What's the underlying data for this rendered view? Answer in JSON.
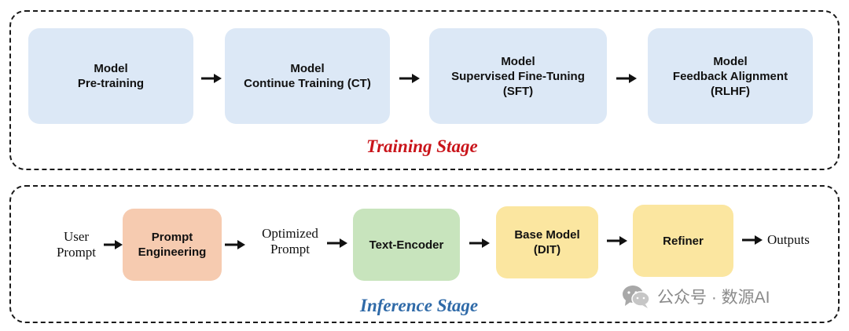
{
  "training": {
    "stage_label": "Training Stage",
    "boxes": [
      {
        "lines": [
          "Model",
          "Pre-training"
        ]
      },
      {
        "lines": [
          "Model",
          "Continue Training (CT)"
        ]
      },
      {
        "lines": [
          "Model",
          "Supervised Fine-Tuning",
          "(SFT)"
        ]
      },
      {
        "lines": [
          "Model",
          "Feedback Alignment",
          "(RLHF)"
        ]
      }
    ]
  },
  "inference": {
    "stage_label": "Inference Stage",
    "user_prompt": [
      "User",
      "Prompt"
    ],
    "prompt_engineering": [
      "Prompt",
      "Engineering"
    ],
    "optimized_prompt": [
      "Optimized",
      "Prompt"
    ],
    "text_encoder": [
      "Text-Encoder"
    ],
    "base_model": [
      "Base Model",
      "(DIT)"
    ],
    "refiner": [
      "Refiner"
    ],
    "outputs": "Outputs"
  },
  "watermark": {
    "text": "公众号 · 数源AI",
    "icon": "wechat-icon"
  },
  "colors": {
    "training_box": "#dce8f6",
    "prompt_engineering": "#f6cbb0",
    "text_encoder": "#c8e4bd",
    "base_model": "#fbe6a0",
    "refiner": "#fbe6a0",
    "training_label": "#c9141a",
    "inference_label": "#2f6aa8"
  }
}
